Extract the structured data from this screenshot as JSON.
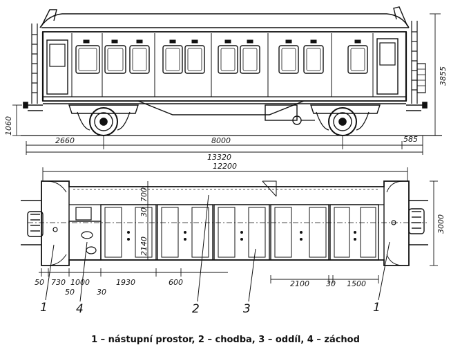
{
  "diagram": {
    "side_view": {
      "dimensions": {
        "height_right": "3855",
        "height_left": "1060",
        "bogie_offset": "2660",
        "bogie_pitch": "8000",
        "buffer_offset": "585",
        "length_over_buffers": "13320"
      }
    },
    "plan_view": {
      "dimensions": {
        "body_length": "12200",
        "width": "3000",
        "dim_700": "700",
        "dim_30_vertical": "30",
        "dim_2140": "2140",
        "dim_50a": "50",
        "dim_730": "730",
        "dim_1000": "1000",
        "dim_50b": "50",
        "dim_30a": "30",
        "dim_1930": "1930",
        "dim_600": "600",
        "dim_2100": "2100",
        "dim_30b": "30",
        "dim_1500": "1500"
      },
      "callouts": {
        "c1_left": "1",
        "c4": "4",
        "c2": "2",
        "c3": "3",
        "c1_right": "1"
      }
    },
    "caption": "1 – nástupní prostor, 2 – chodba, 3 – oddíl, 4 – záchod"
  }
}
